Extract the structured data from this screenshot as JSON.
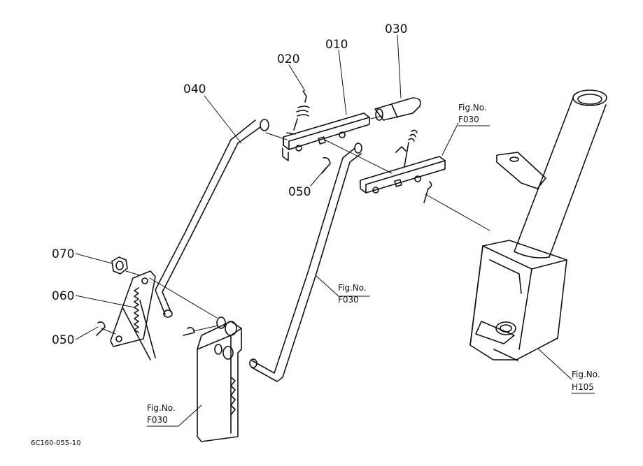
{
  "diagram": {
    "part_labels": {
      "p010": "010",
      "p020": "020",
      "p030": "030",
      "p040": "040",
      "p050a": "050",
      "p050b": "050",
      "p060": "060",
      "p070": "070"
    },
    "figure_refs": {
      "f030_top": [
        "Fig.No.",
        "F030"
      ],
      "f030_mid": [
        "Fig.No.",
        "F030"
      ],
      "f030_bottom": [
        "Fig.No.",
        "F030"
      ],
      "h105": [
        "Fig.No.",
        "H105"
      ]
    },
    "drawing_code": "6C160-055-10"
  }
}
